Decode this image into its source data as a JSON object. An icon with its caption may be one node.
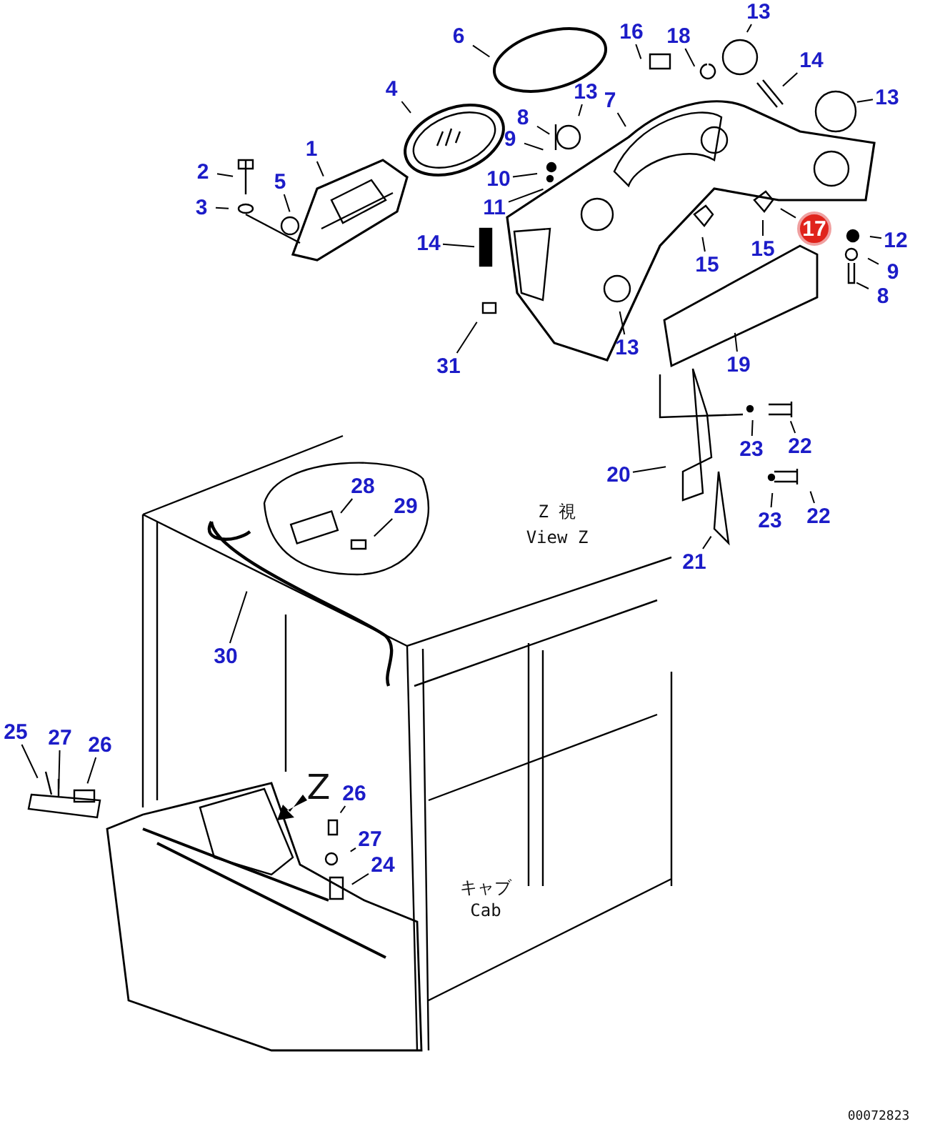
{
  "diagram": {
    "nodes": [
      {
        "text": [
          "1"
        ]
      },
      {
        "text": [
          "2"
        ]
      },
      {
        "text": [
          "3"
        ]
      },
      {
        "text": [
          "5"
        ]
      },
      {
        "text": [
          "4"
        ]
      },
      {
        "text": [
          "6"
        ]
      },
      {
        "text": [
          "8"
        ]
      },
      {
        "text": [
          "9"
        ]
      },
      {
        "text": [
          "10"
        ]
      },
      {
        "text": [
          "11"
        ]
      },
      {
        "text": [
          "13"
        ]
      },
      {
        "text": [
          "7"
        ]
      },
      {
        "text": [
          "14"
        ]
      },
      {
        "text": [
          "31"
        ]
      },
      {
        "text": [
          "16"
        ]
      },
      {
        "text": [
          "18"
        ]
      },
      {
        "text": [
          "13"
        ]
      },
      {
        "text": [
          "14"
        ]
      },
      {
        "text": [
          "13"
        ]
      },
      {
        "text": [
          "13"
        ]
      },
      {
        "text": [
          "15"
        ]
      },
      {
        "text": [
          "15"
        ]
      },
      {
        "text": [
          "17"
        ]
      },
      {
        "text": [
          "12"
        ]
      },
      {
        "text": [
          "9"
        ]
      },
      {
        "text": [
          "8"
        ]
      },
      {
        "text": [
          "19"
        ]
      },
      {
        "text": [
          "22"
        ]
      },
      {
        "text": [
          "23"
        ]
      },
      {
        "text": [
          "20"
        ]
      },
      {
        "text": [
          "22"
        ]
      },
      {
        "text": [
          "23"
        ]
      },
      {
        "text": [
          "21"
        ]
      },
      {
        "text": [
          "28"
        ]
      },
      {
        "text": [
          "29"
        ]
      },
      {
        "text": [
          "30"
        ]
      },
      {
        "text": [
          "25"
        ]
      },
      {
        "text": [
          "27"
        ]
      },
      {
        "text": [
          "26"
        ]
      },
      {
        "text": [
          "26"
        ]
      },
      {
        "text": [
          "27"
        ]
      },
      {
        "text": [
          "24"
        ]
      }
    ],
    "edges": [
      {
        "from": 0,
        "to": null,
        "arrow": "none"
      },
      {
        "from": 1,
        "to": null,
        "arrow": "none"
      },
      {
        "from": 2,
        "to": null,
        "arrow": "none"
      },
      {
        "from": 3,
        "to": null,
        "arrow": "none"
      },
      {
        "from": 4,
        "to": null,
        "arrow": "none"
      },
      {
        "from": 5,
        "to": null,
        "arrow": "none"
      },
      {
        "from": 6,
        "to": null,
        "arrow": "none"
      },
      {
        "from": 7,
        "to": null,
        "arrow": "none"
      },
      {
        "from": 8,
        "to": null,
        "arrow": "none"
      },
      {
        "from": 9,
        "to": null,
        "arrow": "none"
      },
      {
        "from": 10,
        "to": null,
        "arrow": "none"
      },
      {
        "from": 11,
        "to": null,
        "arrow": "none"
      },
      {
        "from": 12,
        "to": null,
        "arrow": "none"
      },
      {
        "from": 13,
        "to": null,
        "arrow": "none"
      },
      {
        "from": 14,
        "to": null,
        "arrow": "none"
      },
      {
        "from": 15,
        "to": null,
        "arrow": "none"
      },
      {
        "from": 16,
        "to": null,
        "arrow": "none"
      },
      {
        "from": 17,
        "to": null,
        "arrow": "none"
      },
      {
        "from": 18,
        "to": null,
        "arrow": "none"
      },
      {
        "from": 19,
        "to": null,
        "arrow": "none"
      },
      {
        "from": 20,
        "to": null,
        "arrow": "none"
      },
      {
        "from": 21,
        "to": null,
        "arrow": "none"
      },
      {
        "from": 22,
        "to": null,
        "arrow": "none"
      },
      {
        "from": 23,
        "to": null,
        "arrow": "none"
      },
      {
        "from": 24,
        "to": null,
        "arrow": "none"
      },
      {
        "from": 25,
        "to": null,
        "arrow": "none"
      },
      {
        "from": 26,
        "to": null,
        "arrow": "none"
      },
      {
        "from": 27,
        "to": null,
        "arrow": "none"
      },
      {
        "from": 28,
        "to": null,
        "arrow": "none"
      },
      {
        "from": 29,
        "to": null,
        "arrow": "none"
      },
      {
        "from": 30,
        "to": null,
        "arrow": "none"
      },
      {
        "from": 31,
        "to": null,
        "arrow": "none"
      },
      {
        "from": 32,
        "to": null,
        "arrow": "none"
      },
      {
        "from": 33,
        "to": null,
        "arrow": "none"
      },
      {
        "from": 34,
        "to": null,
        "arrow": "none"
      },
      {
        "from": 35,
        "to": null,
        "arrow": "none"
      },
      {
        "from": 36,
        "to": null,
        "arrow": "none"
      },
      {
        "from": 37,
        "to": null,
        "arrow": "none"
      },
      {
        "from": 38,
        "to": null,
        "arrow": "none"
      },
      {
        "from": 39,
        "to": null,
        "arrow": "none"
      },
      {
        "from": 40,
        "to": null,
        "arrow": "none"
      },
      {
        "from": 41,
        "to": null,
        "arrow": "none"
      }
    ],
    "labels": [
      "Z 視",
      "View Z",
      "Z",
      "キャブ",
      "Cab",
      "00072823"
    ]
  }
}
